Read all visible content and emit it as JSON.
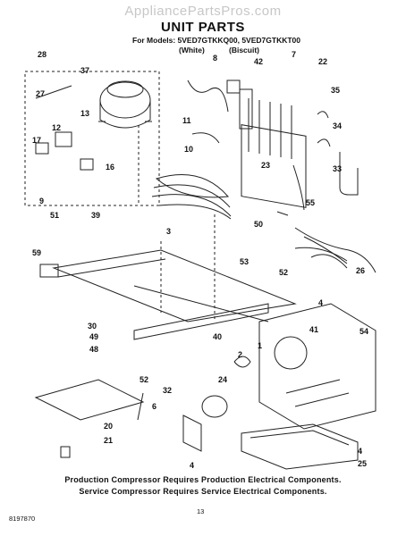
{
  "watermark": "AppliancePartsPros.com",
  "title": "UNIT PARTS",
  "models_line": "For Models: 5VED7GTKKQ00, 5VED7GTKKT00",
  "model_white": "(White)",
  "model_biscuit": "(Biscuit)",
  "callouts": [
    "28",
    "37",
    "8",
    "42",
    "7",
    "22",
    "27",
    "35",
    "13",
    "11",
    "34",
    "12",
    "17",
    "10",
    "16",
    "23",
    "33",
    "9",
    "55",
    "51",
    "39",
    "3",
    "50",
    "59",
    "26",
    "53",
    "52",
    "30",
    "4",
    "49",
    "40",
    "41",
    "54",
    "48",
    "1",
    "2",
    "24",
    "52",
    "32",
    "6",
    "20",
    "21",
    "4",
    "4",
    "25"
  ],
  "footer_line1": "Production Compressor Requires Production Electrical Components.",
  "footer_line2": "Service Compressor Requires Service Electrical Components.",
  "page_number": "13",
  "doc_number": "8197870"
}
